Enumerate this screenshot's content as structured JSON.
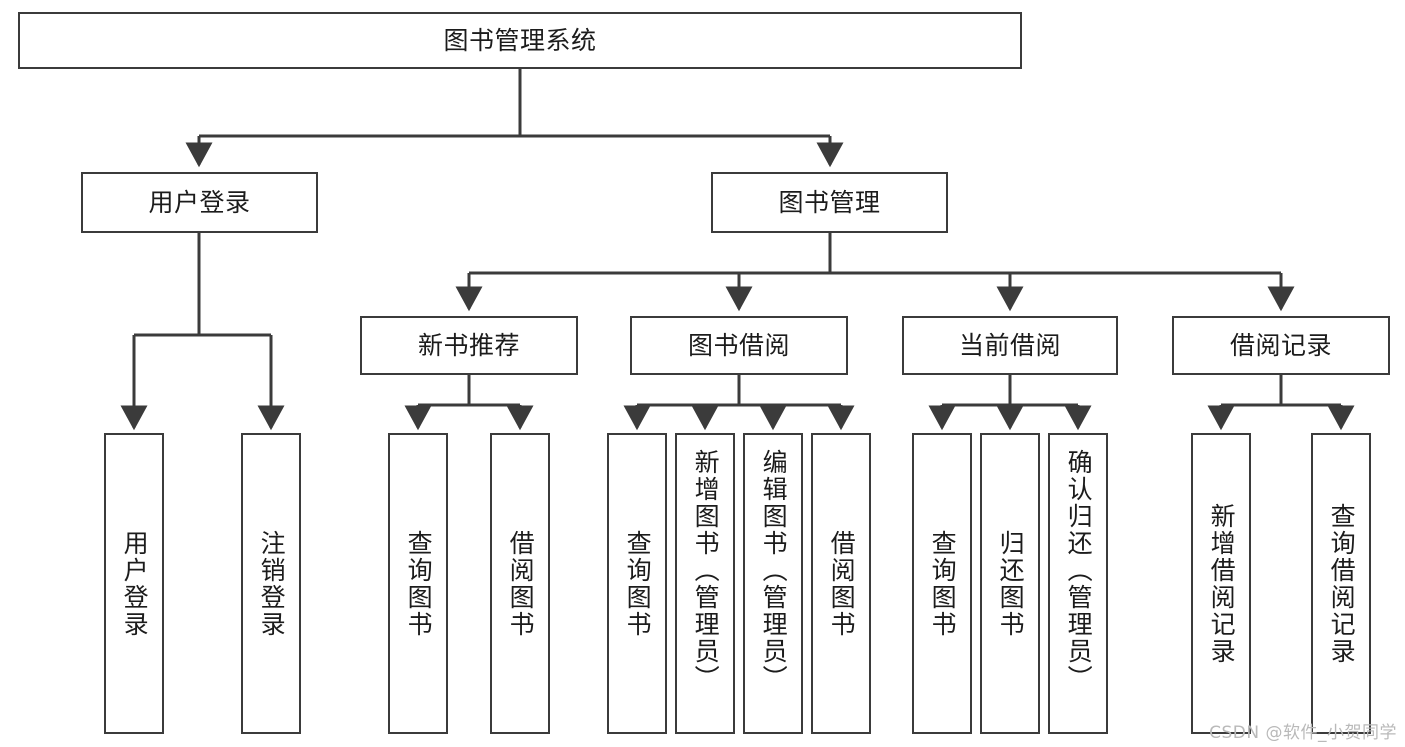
{
  "diagram": {
    "title": "图书管理系统",
    "type": "tree",
    "root": {
      "id": "root",
      "label": "图书管理系统",
      "orientation": "horizontal"
    },
    "level2": [
      {
        "id": "user-login",
        "label": "用户登录",
        "orientation": "horizontal"
      },
      {
        "id": "book-manage",
        "label": "图书管理",
        "orientation": "horizontal"
      }
    ],
    "level3": [
      {
        "id": "new-book-recommend",
        "label": "新书推荐",
        "orientation": "horizontal",
        "parent": "book-manage"
      },
      {
        "id": "book-borrow",
        "label": "图书借阅",
        "orientation": "horizontal",
        "parent": "book-manage"
      },
      {
        "id": "current-borrow",
        "label": "当前借阅",
        "orientation": "horizontal",
        "parent": "book-manage"
      },
      {
        "id": "borrow-record",
        "label": "借阅记录",
        "orientation": "horizontal",
        "parent": "book-manage"
      }
    ],
    "leaves": [
      {
        "id": "leaf-user-login",
        "label": "用户登录",
        "parent": "user-login",
        "orientation": "vertical"
      },
      {
        "id": "leaf-user-logout",
        "label": "注销登录",
        "parent": "user-login",
        "orientation": "vertical"
      },
      {
        "id": "leaf-query-book-1",
        "label": "查询图书",
        "parent": "new-book-recommend",
        "orientation": "vertical"
      },
      {
        "id": "leaf-borrow-book-1",
        "label": "借阅图书",
        "parent": "new-book-recommend",
        "orientation": "vertical"
      },
      {
        "id": "leaf-query-book-2",
        "label": "查询图书",
        "parent": "book-borrow",
        "orientation": "vertical"
      },
      {
        "id": "leaf-add-book",
        "label": "新增图书（管理员）",
        "parent": "book-borrow",
        "orientation": "vertical"
      },
      {
        "id": "leaf-edit-book",
        "label": "编辑图书（管理员）",
        "parent": "book-borrow",
        "orientation": "vertical"
      },
      {
        "id": "leaf-borrow-book-2",
        "label": "借阅图书",
        "parent": "book-borrow",
        "orientation": "vertical"
      },
      {
        "id": "leaf-query-book-3",
        "label": "查询图书",
        "parent": "current-borrow",
        "orientation": "vertical"
      },
      {
        "id": "leaf-return-book",
        "label": "归还图书",
        "parent": "current-borrow",
        "orientation": "vertical"
      },
      {
        "id": "leaf-confirm-return",
        "label": "确认归还（管理员）",
        "parent": "current-borrow",
        "orientation": "vertical"
      },
      {
        "id": "leaf-add-record",
        "label": "新增借阅记录",
        "parent": "borrow-record",
        "orientation": "vertical"
      },
      {
        "id": "leaf-query-record",
        "label": "查询借阅记录",
        "parent": "borrow-record",
        "orientation": "vertical"
      }
    ],
    "watermark": "CSDN @软件_小贺同学",
    "colors": {
      "box_border": "#3b3b3b",
      "box_fill": "#ffffff",
      "connector": "#3b3b3b",
      "text": "#1c1c1c",
      "watermark": "#b9b9b9",
      "background": "#ffffff"
    }
  }
}
